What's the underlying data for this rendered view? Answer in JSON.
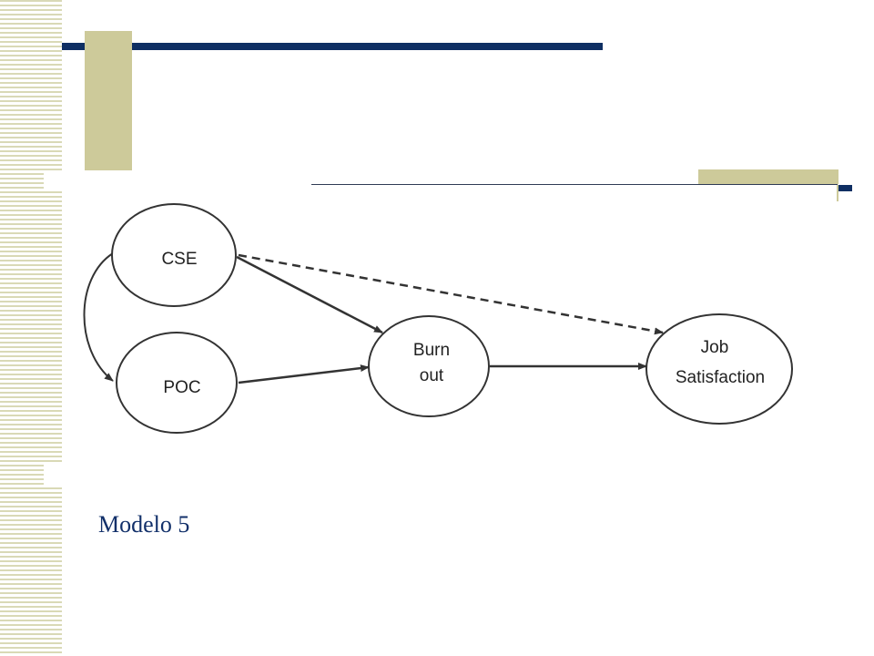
{
  "diagram": {
    "nodes": {
      "cse": "CSE",
      "poc": "POC",
      "burnout_line1": "Burn",
      "burnout_line2": "out",
      "job_line1": "Job",
      "job_line2": "Satisfaction"
    }
  },
  "caption": "Modelo 5",
  "colors": {
    "navy": "#0f2f63",
    "olive": "#cdca9a",
    "stripe": "#d9d9b6",
    "caption": "#12306a"
  }
}
